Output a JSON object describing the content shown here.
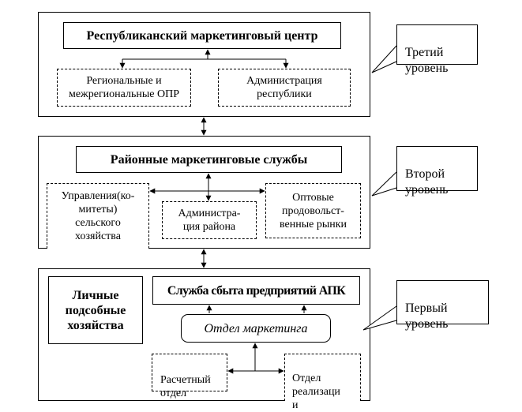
{
  "level3": {
    "center": "Республиканский маркетинговый центр",
    "left": "Региональные и\nмежрегиональные ОПР",
    "right": "Администрация\nреспублики",
    "callout": "Третий\nуровень"
  },
  "level2": {
    "center": "Районные маркетинговые службы",
    "left": "Управления(ко-\nмитеты)\nсельского\nхозяйства",
    "middle": "Администра-\nция района",
    "right": "Оптовые\nпродовольст-\nвенные рынки",
    "callout": "Второй\nуровень"
  },
  "level1": {
    "left": "Личные\nподсобные\nхозяйства",
    "center": "Служба сбыта предприятий АПК",
    "marketing": "Отдел маркетинга",
    "calc": "Расчетный\nотдел",
    "sales": "Отдел\nреализаци\nи",
    "callout": "Первый\nуровень"
  }
}
